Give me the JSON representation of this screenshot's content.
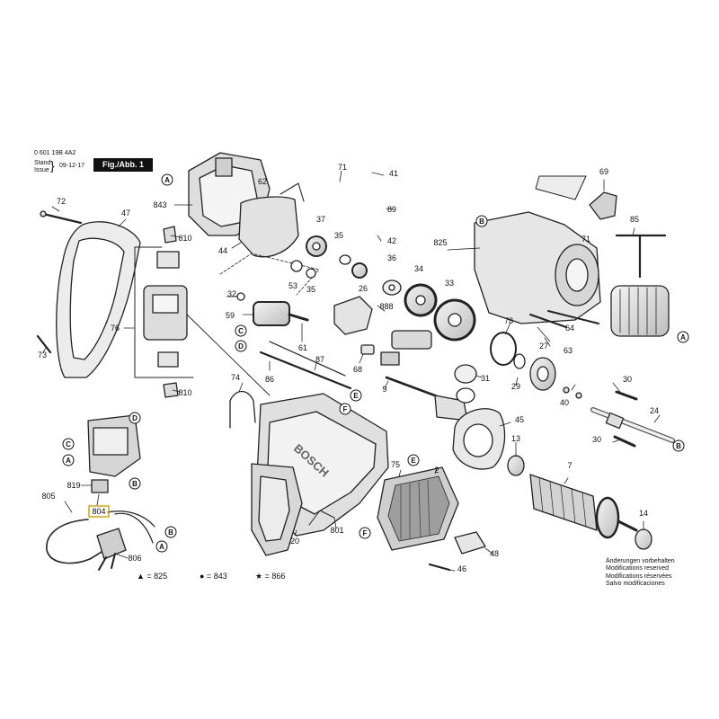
{
  "header": {
    "code": "0 601 19B 4A2",
    "stand_label": "Stand",
    "issue_label": "Issue",
    "date": "09-12-17",
    "figure": "Fig./Abb. 1"
  },
  "parts": [
    {
      "id": "p72",
      "label": "72"
    },
    {
      "id": "p47",
      "label": "47"
    },
    {
      "id": "p73",
      "label": "73"
    },
    {
      "id": "p76",
      "label": "76"
    },
    {
      "id": "p810a",
      "label": "810"
    },
    {
      "id": "p810b",
      "label": "810"
    },
    {
      "id": "p843",
      "label": "843"
    },
    {
      "id": "p44",
      "label": "44"
    },
    {
      "id": "p62",
      "label": "62"
    },
    {
      "id": "p71a",
      "label": "71"
    },
    {
      "id": "p41",
      "label": "41"
    },
    {
      "id": "p89",
      "label": "89"
    },
    {
      "id": "p37",
      "label": "37"
    },
    {
      "id": "p42",
      "label": "42"
    },
    {
      "id": "p35a",
      "label": "35"
    },
    {
      "id": "p36",
      "label": "36"
    },
    {
      "id": "p53",
      "label": "53"
    },
    {
      "id": "p35b",
      "label": "35"
    },
    {
      "id": "p26",
      "label": "26"
    },
    {
      "id": "p34",
      "label": "34"
    },
    {
      "id": "p32",
      "label": "32"
    },
    {
      "id": "p59",
      "label": "59"
    },
    {
      "id": "p888",
      "label": "888"
    },
    {
      "id": "p33",
      "label": "33"
    },
    {
      "id": "p61",
      "label": "61"
    },
    {
      "id": "p68",
      "label": "68"
    },
    {
      "id": "p87",
      "label": "87"
    },
    {
      "id": "p86",
      "label": "86"
    },
    {
      "id": "p74",
      "label": "74"
    },
    {
      "id": "p9",
      "label": "9"
    },
    {
      "id": "p31",
      "label": "31"
    },
    {
      "id": "p78",
      "label": "78"
    },
    {
      "id": "p27",
      "label": "27"
    },
    {
      "id": "p29",
      "label": "29"
    },
    {
      "id": "p825",
      "label": "825"
    },
    {
      "id": "p69",
      "label": "69"
    },
    {
      "id": "p71b",
      "label": "71"
    },
    {
      "id": "p85",
      "label": "85"
    },
    {
      "id": "p63",
      "label": "63"
    },
    {
      "id": "p64",
      "label": "64"
    },
    {
      "id": "p40",
      "label": "40"
    },
    {
      "id": "p30a",
      "label": "30"
    },
    {
      "id": "p30b",
      "label": "30"
    },
    {
      "id": "p24",
      "label": "24"
    },
    {
      "id": "p45",
      "label": "45"
    },
    {
      "id": "p13",
      "label": "13"
    },
    {
      "id": "p7",
      "label": "7"
    },
    {
      "id": "p75",
      "label": "75"
    },
    {
      "id": "p2",
      "label": "2"
    },
    {
      "id": "p20",
      "label": "20"
    },
    {
      "id": "p801",
      "label": "801"
    },
    {
      "id": "p48",
      "label": "48"
    },
    {
      "id": "p46",
      "label": "46"
    },
    {
      "id": "p14",
      "label": "14"
    },
    {
      "id": "p819",
      "label": "819"
    },
    {
      "id": "p804",
      "label": "804"
    },
    {
      "id": "p805",
      "label": "805"
    },
    {
      "id": "p806",
      "label": "806"
    }
  ],
  "ref_markers": [
    {
      "id": "rA1",
      "label": "A"
    },
    {
      "id": "rB1",
      "label": "B"
    },
    {
      "id": "rC1",
      "label": "C"
    },
    {
      "id": "rD1",
      "label": "D"
    },
    {
      "id": "rE1",
      "label": "E"
    },
    {
      "id": "rF1",
      "label": "F"
    },
    {
      "id": "rA2",
      "label": "A"
    },
    {
      "id": "rB2",
      "label": "B"
    },
    {
      "id": "rC2",
      "label": "C"
    },
    {
      "id": "rD2",
      "label": "D"
    },
    {
      "id": "rA3",
      "label": "A"
    },
    {
      "id": "rB3",
      "label": "B"
    },
    {
      "id": "rE2",
      "label": "E"
    },
    {
      "id": "rF2",
      "label": "F"
    },
    {
      "id": "rB4",
      "label": "B"
    },
    {
      "id": "rA4",
      "label": "A"
    }
  ],
  "legend": {
    "triangle": "▲ = 825",
    "dot": "● = 843",
    "star": "★ = 866"
  },
  "brand_on_housing": "BOSCH",
  "modifications": [
    "Änderungen vorbehalten",
    "Modifications reserved",
    "Modifications réservées",
    "Salvo modificaciones"
  ]
}
